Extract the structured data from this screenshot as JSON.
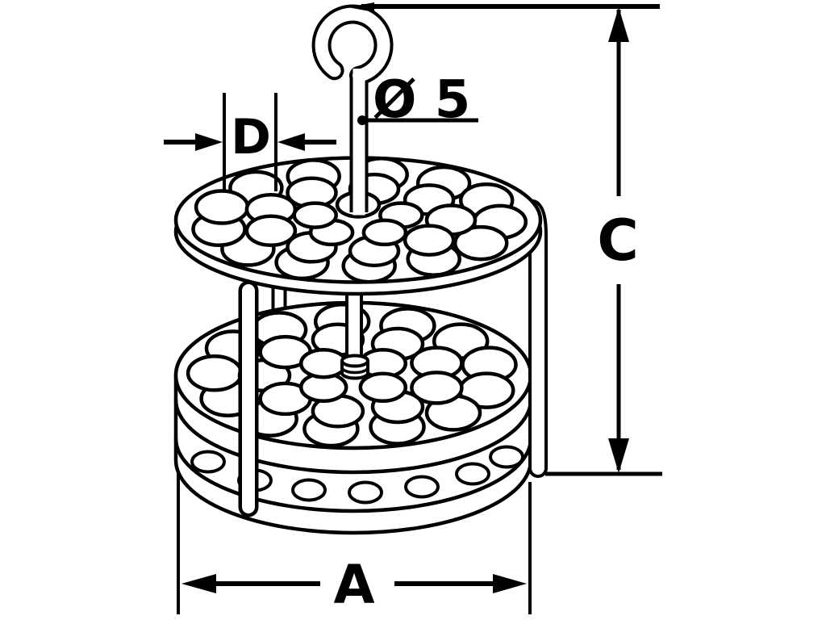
{
  "figure": {
    "type": "technical-line-drawing",
    "subject": "two-tier round tube rack with central rod and hanging hook"
  },
  "dimensions": {
    "d": {
      "label": "D"
    },
    "diameter": {
      "label": "Ø 5"
    },
    "c": {
      "label": "C"
    },
    "a": {
      "label": "A"
    }
  },
  "colors": {
    "line": "#000000",
    "background": "#ffffff"
  }
}
